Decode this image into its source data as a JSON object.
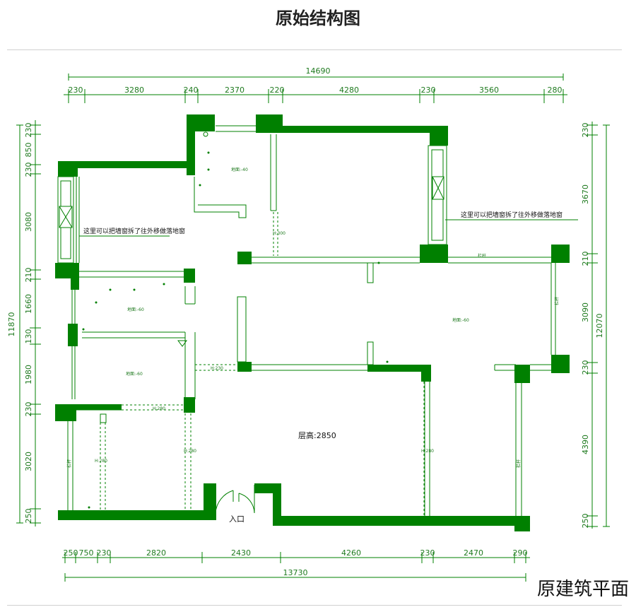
{
  "title": "原始结构图",
  "caption": "原建筑平面",
  "dims": {
    "top_total": "14690",
    "top": [
      "230",
      "3280",
      "240",
      "2370",
      "220",
      "4280",
      "230",
      "3560",
      "280"
    ],
    "bottom_total": "13730",
    "bottom": [
      "250",
      "750",
      "230",
      "2820",
      "2430",
      "4260",
      "230",
      "2470",
      "290"
    ],
    "left_total": "11870",
    "left": [
      "230",
      "850",
      "230",
      "3080",
      "210",
      "1660",
      "130",
      "1980",
      "230",
      "3020",
      "250"
    ],
    "right_total": "12070",
    "right": [
      "230",
      "3670",
      "210",
      "3090",
      "230",
      "4390",
      "250"
    ]
  },
  "notes": {
    "window_left": "这里可以把墙窗拆了往外移做落地窗",
    "window_right": "这里可以把墙窗拆了往外移做落地窗",
    "ceiling_height": "层高:2850",
    "entrance": "入口"
  },
  "floor_marks": {
    "kitchen": "地面:-40",
    "bedroom1": "地面:-60",
    "bedroom2": "地面:-60",
    "living": "地面:-60"
  },
  "beams": {
    "b1": "H:300",
    "b2": "H:230",
    "b3": "H:280",
    "b4": "H:280",
    "b5": "H:280",
    "b6": "H:280"
  },
  "railings": {
    "r1": "栏杆",
    "r2": "栏杆",
    "r3": "栏杆",
    "r4": "栏杆"
  }
}
